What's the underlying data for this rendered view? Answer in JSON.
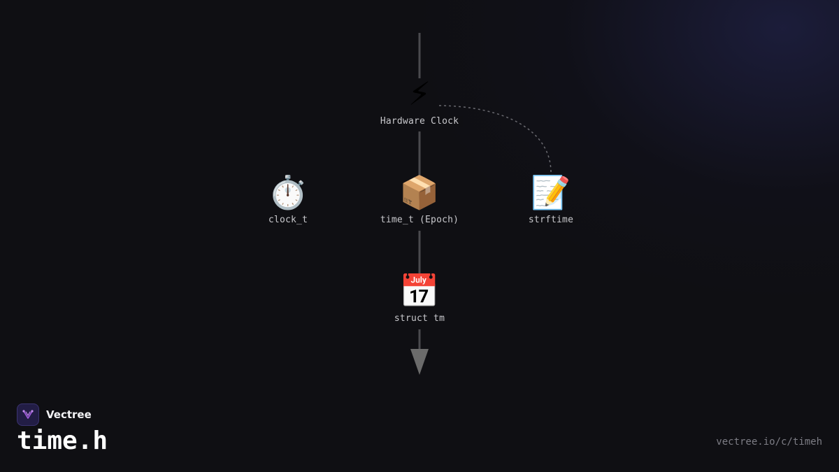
{
  "diagram": {
    "nodes": [
      {
        "id": "hardware-clock",
        "icon": "⚡",
        "icon_name": "lightning-icon",
        "label": "Hardware Clock"
      },
      {
        "id": "clock-t",
        "icon": "⏱️",
        "icon_name": "stopwatch-icon",
        "label": "clock_t"
      },
      {
        "id": "time-t",
        "icon": "📦",
        "icon_name": "package-icon",
        "label": "time_t (Epoch)"
      },
      {
        "id": "strftime",
        "icon": "📝",
        "icon_name": "memo-icon",
        "label": "strftime"
      },
      {
        "id": "struct-tm",
        "icon": "📅",
        "icon_name": "calendar-icon",
        "label": "struct tm"
      }
    ],
    "edges": [
      {
        "from": "hardware-clock",
        "to": "time-t",
        "style": "solid"
      },
      {
        "from": "time-t",
        "to": "struct-tm",
        "style": "solid"
      },
      {
        "from": "hardware-clock",
        "to": "strftime",
        "style": "dashed"
      }
    ]
  },
  "footer": {
    "brand_name": "Vectree",
    "title": "time.h",
    "url": "vectree.io/c/timeh"
  },
  "colors": {
    "background": "#0f0f13",
    "line": "#4a4a4e",
    "dashed_line": "#6a6a70",
    "arrow": "#6b6b6b",
    "logo_bg": "#221d45",
    "logo_accent": "#9b59d6"
  }
}
